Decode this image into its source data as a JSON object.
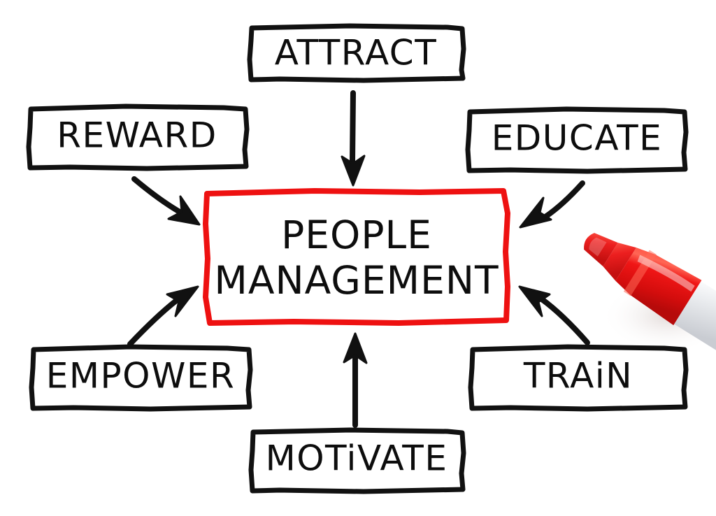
{
  "diagram": {
    "type": "hand-drawn-flowchart",
    "medium": "whiteboard marker sketch",
    "background_color": "#ffffff",
    "ink_color": "#111111",
    "accent_color": "#ee1111",
    "center": {
      "id": "people-management",
      "line1": "PEOPLE",
      "line2": "MANAGEMENT",
      "border_color": "#ee1111"
    },
    "nodes": [
      {
        "id": "attract",
        "label": "ATTRACT",
        "position": "top"
      },
      {
        "id": "reward",
        "label": "REWARD",
        "position": "top-left"
      },
      {
        "id": "educate",
        "label": "EDUCATE",
        "position": "top-right"
      },
      {
        "id": "empower",
        "label": "EMPOWER",
        "position": "bottom-left"
      },
      {
        "id": "train",
        "label": "TRAiN",
        "position": "bottom-right"
      },
      {
        "id": "motivate",
        "label": "MOTiVATE",
        "position": "bottom"
      }
    ],
    "arrows": [
      {
        "id": "arrow-attract-to-center",
        "from": "attract",
        "to": "people-management",
        "direction": "down"
      },
      {
        "id": "arrow-reward-to-center",
        "from": "reward",
        "to": "people-management",
        "direction": "down-right"
      },
      {
        "id": "arrow-educate-to-center",
        "from": "educate",
        "to": "people-management",
        "direction": "down-left"
      },
      {
        "id": "arrow-empower-to-center",
        "from": "empower",
        "to": "people-management",
        "direction": "up-right"
      },
      {
        "id": "arrow-train-to-center",
        "from": "train",
        "to": "people-management",
        "direction": "up-left"
      },
      {
        "id": "arrow-motivate-to-center",
        "from": "motivate",
        "to": "people-management",
        "direction": "up"
      }
    ],
    "marker_pen": {
      "id": "red-marker",
      "color": "#ee1c1c",
      "nib_color": "#dd1515",
      "barrel_color": "#e8e9eb",
      "position": "bottom-right"
    }
  }
}
